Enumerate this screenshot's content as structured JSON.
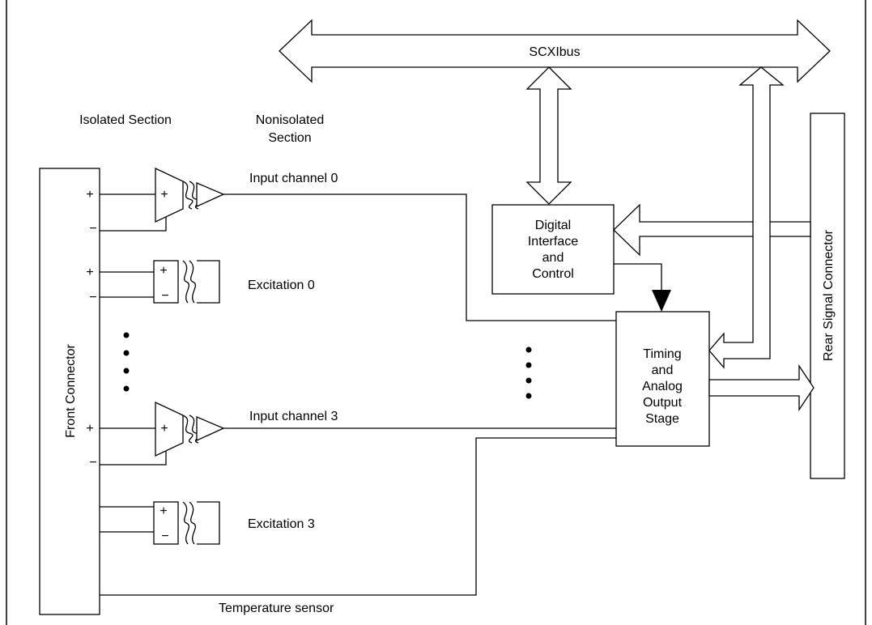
{
  "bus_label": "SCXIbus",
  "isolated_section_label": "Isolated Section",
  "nonisolated_section_label": [
    "Nonisolated",
    "Section"
  ],
  "front_connector_label": "Front Connector",
  "rear_connector_label": "Rear Signal Connector",
  "digital_block": [
    "Digital",
    "Interface",
    "and",
    "Control"
  ],
  "timing_block": [
    "Timing",
    "and",
    "Analog",
    "Output",
    "Stage"
  ],
  "channels": [
    {
      "label": "Input channel 0"
    },
    {
      "label": "Input channel 3"
    }
  ],
  "excitations": [
    {
      "label": "Excitation 0"
    },
    {
      "label": "Excitation 3"
    }
  ],
  "temperature_sensor_label": "Temperature sensor",
  "symbols": {
    "plus": "+",
    "minus": "−"
  }
}
